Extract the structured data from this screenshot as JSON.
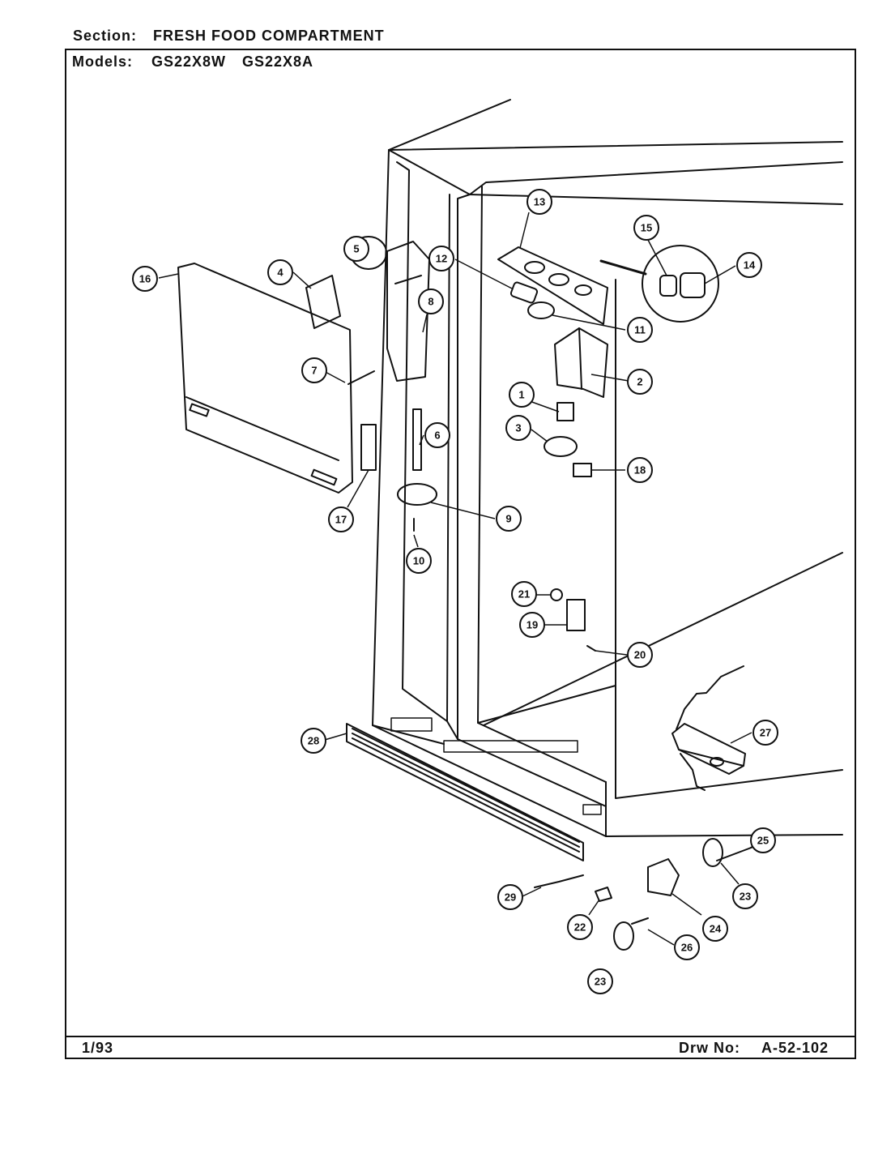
{
  "header": {
    "section_label": "Section:",
    "section_value": "FRESH FOOD COMPARTMENT",
    "models_label": "Models:",
    "model_1": "GS22X8W",
    "model_2": "GS22X8A"
  },
  "footer": {
    "date": "1/93",
    "drawing_label": "Drw No:",
    "drawing_number": "A-52-102"
  },
  "callouts": [
    "1",
    "2",
    "3",
    "4",
    "5",
    "6",
    "7",
    "8",
    "9",
    "10",
    "11",
    "12",
    "13",
    "14",
    "15",
    "16",
    "17",
    "18",
    "19",
    "20",
    "21",
    "22",
    "23",
    "23",
    "24",
    "25",
    "26",
    "27",
    "28",
    "29"
  ]
}
